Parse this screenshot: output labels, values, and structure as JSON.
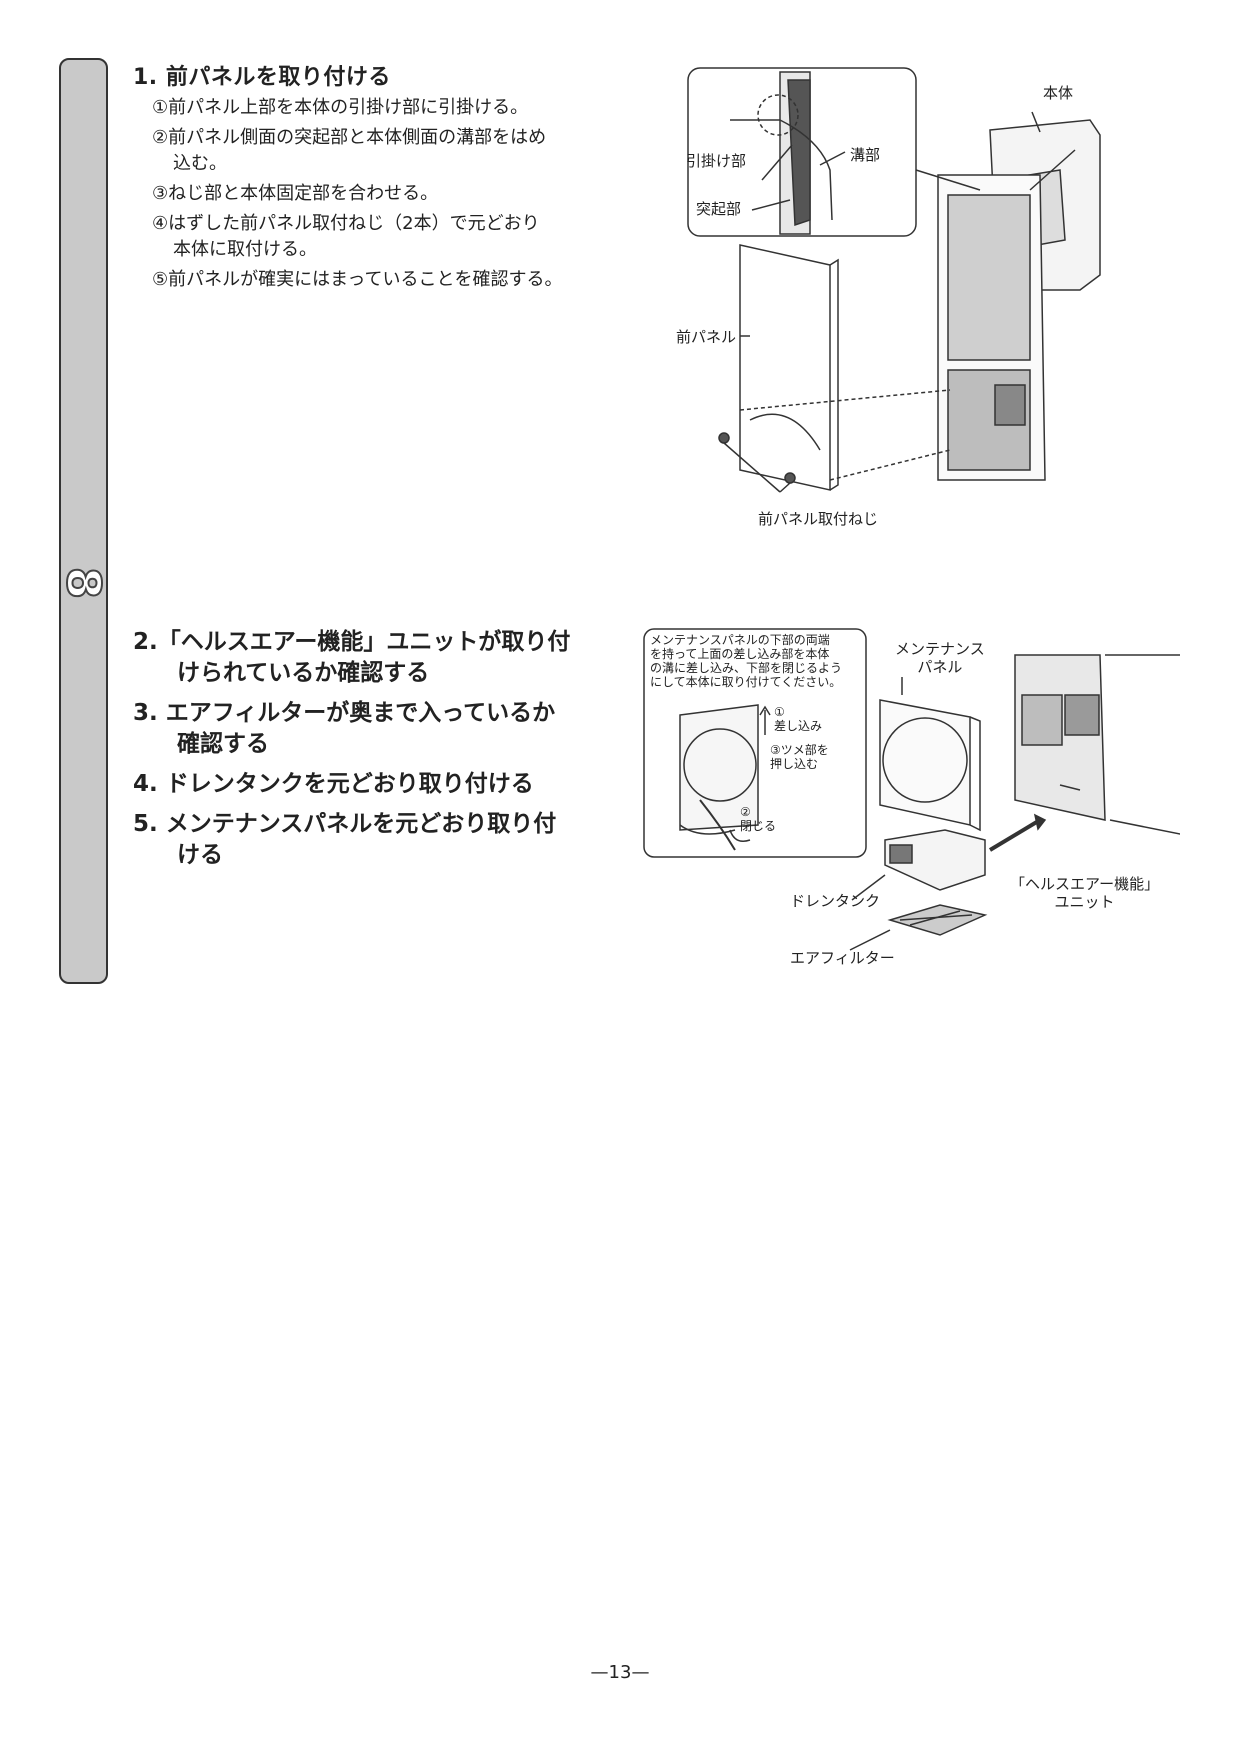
{
  "side_tab": {
    "number": "8"
  },
  "section1": {
    "title": "1. 前パネルを取り付ける",
    "steps": [
      {
        "a": "①前パネル上部を本体の引掛け部に引掛ける。",
        "b": ""
      },
      {
        "a": "②前パネル側面の突起部と本体側面の溝部をはめ",
        "b": "込む。"
      },
      {
        "a": "③ねじ部と本体固定部を合わせる。",
        "b": ""
      },
      {
        "a": "④はずした前パネル取付ねじ（2本）で元どおり",
        "b": "本体に取付ける。"
      },
      {
        "a": "⑤前パネルが確実にはまっていることを確認する。",
        "b": ""
      }
    ]
  },
  "figure1": {
    "labels": {
      "hontai": "本体",
      "hikkake": "引掛け部",
      "mizo": "溝部",
      "tokki": "突起部",
      "mae_panel": "前パネル",
      "neji": "前パネル取付ねじ"
    }
  },
  "section2": {
    "items": [
      {
        "a": "2.「ヘルスエアー機能」ユニットが取り付",
        "b": "けられているか確認する"
      },
      {
        "a": "3. エアフィルターが奥まで入っているか",
        "b": "確認する"
      },
      {
        "a": "4. ドレンタンクを元どおり取り付ける",
        "b": ""
      },
      {
        "a": "5. メンテナンスパネルを元どおり取り付",
        "b": "ける"
      }
    ]
  },
  "figure2": {
    "note_lines": [
      "メンテナンスパネルの下部の両端",
      "を持って上面の差し込み部を本体",
      "の溝に差し込み、下部を閉じるよう",
      "にして本体に取り付けてください。"
    ],
    "step1_num": "①",
    "step1": "差し込み",
    "step3a": "③ツメ部を",
    "step3b": "押し込む",
    "step2_num": "②",
    "step2": "閉じる",
    "labels": {
      "maint_a": "メンテナンス",
      "maint_b": "パネル",
      "health_a": "「ヘルスエアー機能」",
      "health_b": "ユニット",
      "drain": "ドレンタンク",
      "filter": "エアフィルター"
    }
  },
  "page_number": "—13—"
}
